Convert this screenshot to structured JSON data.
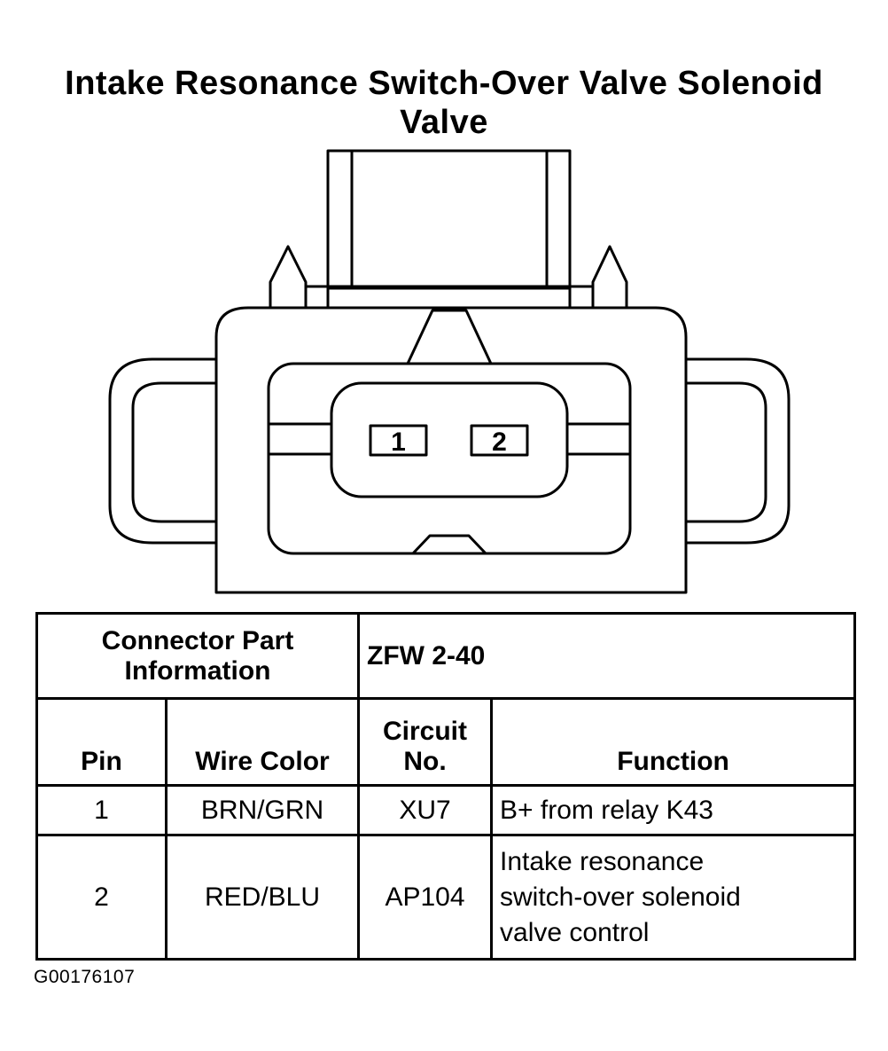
{
  "title": {
    "line1": "Intake Resonance Switch-Over Valve Solenoid",
    "line2": "Valve"
  },
  "connector": {
    "pin_labels": [
      "1",
      "2"
    ]
  },
  "table": {
    "part_info_label_line1": "Connector Part",
    "part_info_label_line2": "Information",
    "part_number": "ZFW 2-40",
    "headers": {
      "pin": "Pin",
      "wire_color": "Wire Color",
      "circuit_line1": "Circuit",
      "circuit_line2": "No.",
      "function": "Function"
    },
    "rows": [
      {
        "pin": "1",
        "wire_color": "BRN/GRN",
        "circuit": "XU7",
        "function_lines": [
          "B+ from relay K43"
        ]
      },
      {
        "pin": "2",
        "wire_color": "RED/BLU",
        "circuit": "AP104",
        "function_lines": [
          "Intake resonance",
          "switch-over solenoid",
          "valve control"
        ]
      }
    ]
  },
  "figure_code": "G00176107"
}
